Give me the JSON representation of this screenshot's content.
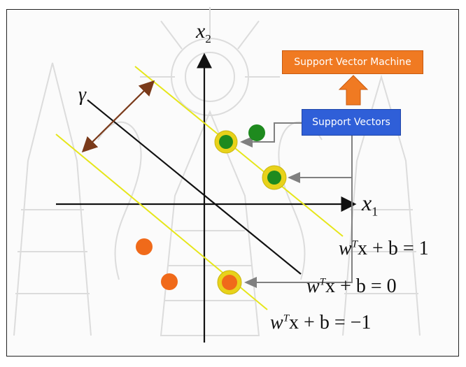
{
  "labels": {
    "x2_axis": {
      "var": "x",
      "sub": "2"
    },
    "x1_axis": {
      "var": "x",
      "sub": "1"
    },
    "gamma": "γ",
    "eq_pos": {
      "lhs": "w",
      "sup": "T",
      "rest": "x + b = 1"
    },
    "eq_zero": {
      "lhs": "w",
      "sup": "T",
      "rest": "x + b = 0"
    },
    "eq_neg": {
      "lhs": "w",
      "sup": "T",
      "rest": "x + b = −1"
    }
  },
  "callouts": {
    "svm_label": "Support Vector Machine",
    "sv_label": "Support Vectors"
  },
  "colors": {
    "class_positive": "#1e8a1e",
    "class_negative": "#f06a1a",
    "support_vector_ring": "#e8d21a",
    "margin_line": "#e6e61a",
    "hyperplane": "#111111",
    "margin_arrow": "#7a3a1a",
    "svm_box": "#f07a22",
    "sv_box": "#2f5fd8",
    "pointer_arrow": "#808080"
  }
}
